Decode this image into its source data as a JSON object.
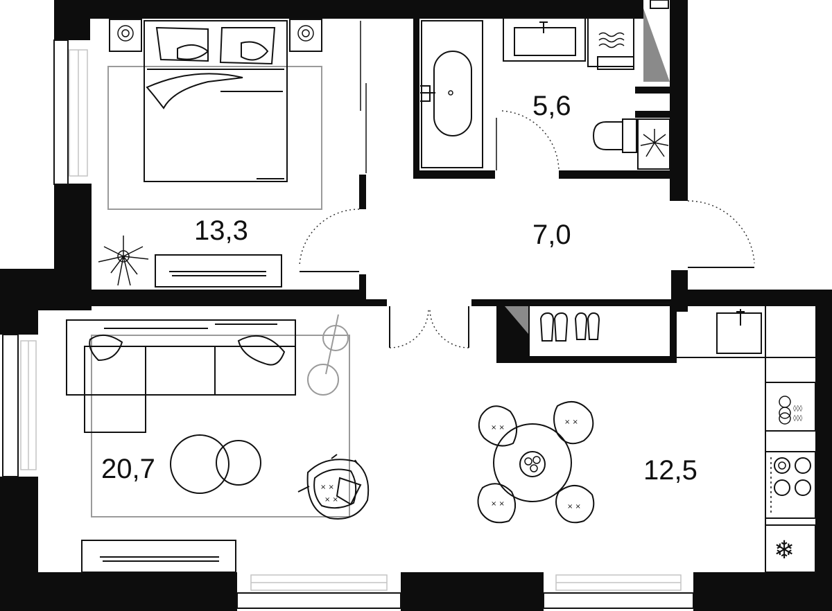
{
  "rooms": [
    {
      "id": "bedroom",
      "area": "13,3"
    },
    {
      "id": "bathroom",
      "area": "5,6"
    },
    {
      "id": "hallway",
      "area": "7,0"
    },
    {
      "id": "living",
      "area": "20,7"
    },
    {
      "id": "kitchen",
      "area": "12,5"
    }
  ],
  "colors": {
    "walls": "#0d0d0d",
    "lines": "#111111",
    "rug": "#9a9a9a",
    "windows": "#c4c4c4",
    "background": "#ffffff"
  },
  "icons": [
    "bed-icon",
    "bathtub-icon",
    "sink-icon",
    "washing-machine-icon",
    "toilet-icon",
    "plant-icon",
    "sofa-icon",
    "armchair-icon",
    "coffee-table-icon",
    "floor-lamp-icon",
    "dining-table-icon",
    "chair-icon",
    "slippers-icon",
    "stove-icon",
    "fridge-icon",
    "tv-stand-icon",
    "window-icon",
    "door-icon"
  ]
}
